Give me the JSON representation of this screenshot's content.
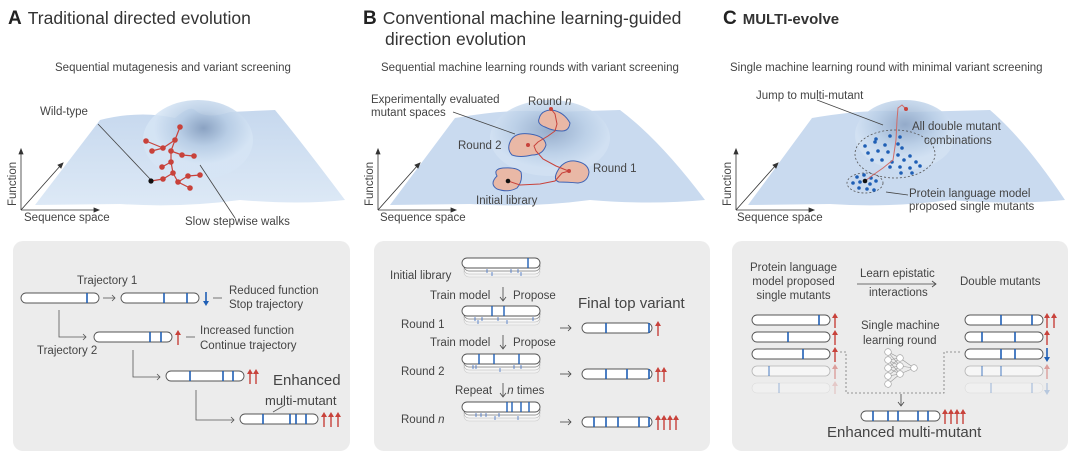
{
  "panels": {
    "a": {
      "letter": "A",
      "title": "Traditional directed evolution",
      "subtitle": "Sequential mutagenesis and variant screening",
      "landscape_labels": {
        "wild_type": "Wild-type",
        "walks": "Slow stepwise walks"
      },
      "axes": {
        "y": "Function",
        "x": "Sequence space"
      },
      "box": {
        "trajectory1": "Trajectory 1",
        "trajectory2": "Trajectory 2",
        "reduced_line1": "Reduced function",
        "reduced_line2": "Stop trajectory",
        "increased_line1": "Increased function",
        "increased_line2": "Continue trajectory",
        "enhanced_line1": "Enhanced",
        "enhanced_line2": "multi-mutant"
      }
    },
    "b": {
      "letter": "B",
      "title_line1": "Conventional machine learning-guided",
      "title_line2": "direction evolution",
      "subtitle": "Sequential machine learning rounds with variant screening",
      "landscape_labels": {
        "evaluated_line1": "Experimentally evaluated",
        "evaluated_line2": "mutant spaces",
        "round_n": "Round",
        "round_n_italic": "n",
        "round2": "Round 2",
        "round1": "Round 1",
        "initial_library": "Initial library"
      },
      "axes": {
        "y": "Function",
        "x": "Sequence space"
      },
      "box": {
        "initial_library": "Initial library",
        "train_model_1": "Train model",
        "propose_1": "Propose",
        "round1": "Round 1",
        "final_top_variant": "Final top variant",
        "train_model_2": "Train model",
        "propose_2": "Propose",
        "round2": "Round 2",
        "repeat": "Repeat",
        "n_times_n": "n",
        "n_times": "times",
        "round_n": "Round",
        "round_n_italic": "n"
      }
    },
    "c": {
      "letter": "C",
      "title": "MULTI-evolve",
      "subtitle": "Single machine learning round with minimal variant screening",
      "landscape_labels": {
        "jump": "Jump to multi-mutant",
        "double_line1": "All double mutant",
        "double_line2": "combinations",
        "plm_line1": "Protein language model",
        "plm_line2": "proposed single mutants"
      },
      "axes": {
        "y": "Function",
        "x": "Sequence space"
      },
      "box": {
        "plm_line1": "Protein language",
        "plm_line2": "model proposed",
        "plm_line3": "single mutants",
        "learn_line1": "Learn epistatic",
        "learn_line2": "interactions",
        "double_mutants": "Double mutants",
        "single_round_line1": "Single machine",
        "single_round_line2": "learning round",
        "enhanced": "Enhanced multi-mutant"
      }
    }
  },
  "colors": {
    "mutation_blue": "#1f5fb5",
    "increase_red": "#c8423b",
    "decrease_blue": "#1f5fb5",
    "landscape_light": "#d6e5f5",
    "landscape_dark": "#8ea8c8",
    "box_bg": "#ececec",
    "round_fill": "#e9b8a6",
    "round_edge": "#3f63b3"
  }
}
